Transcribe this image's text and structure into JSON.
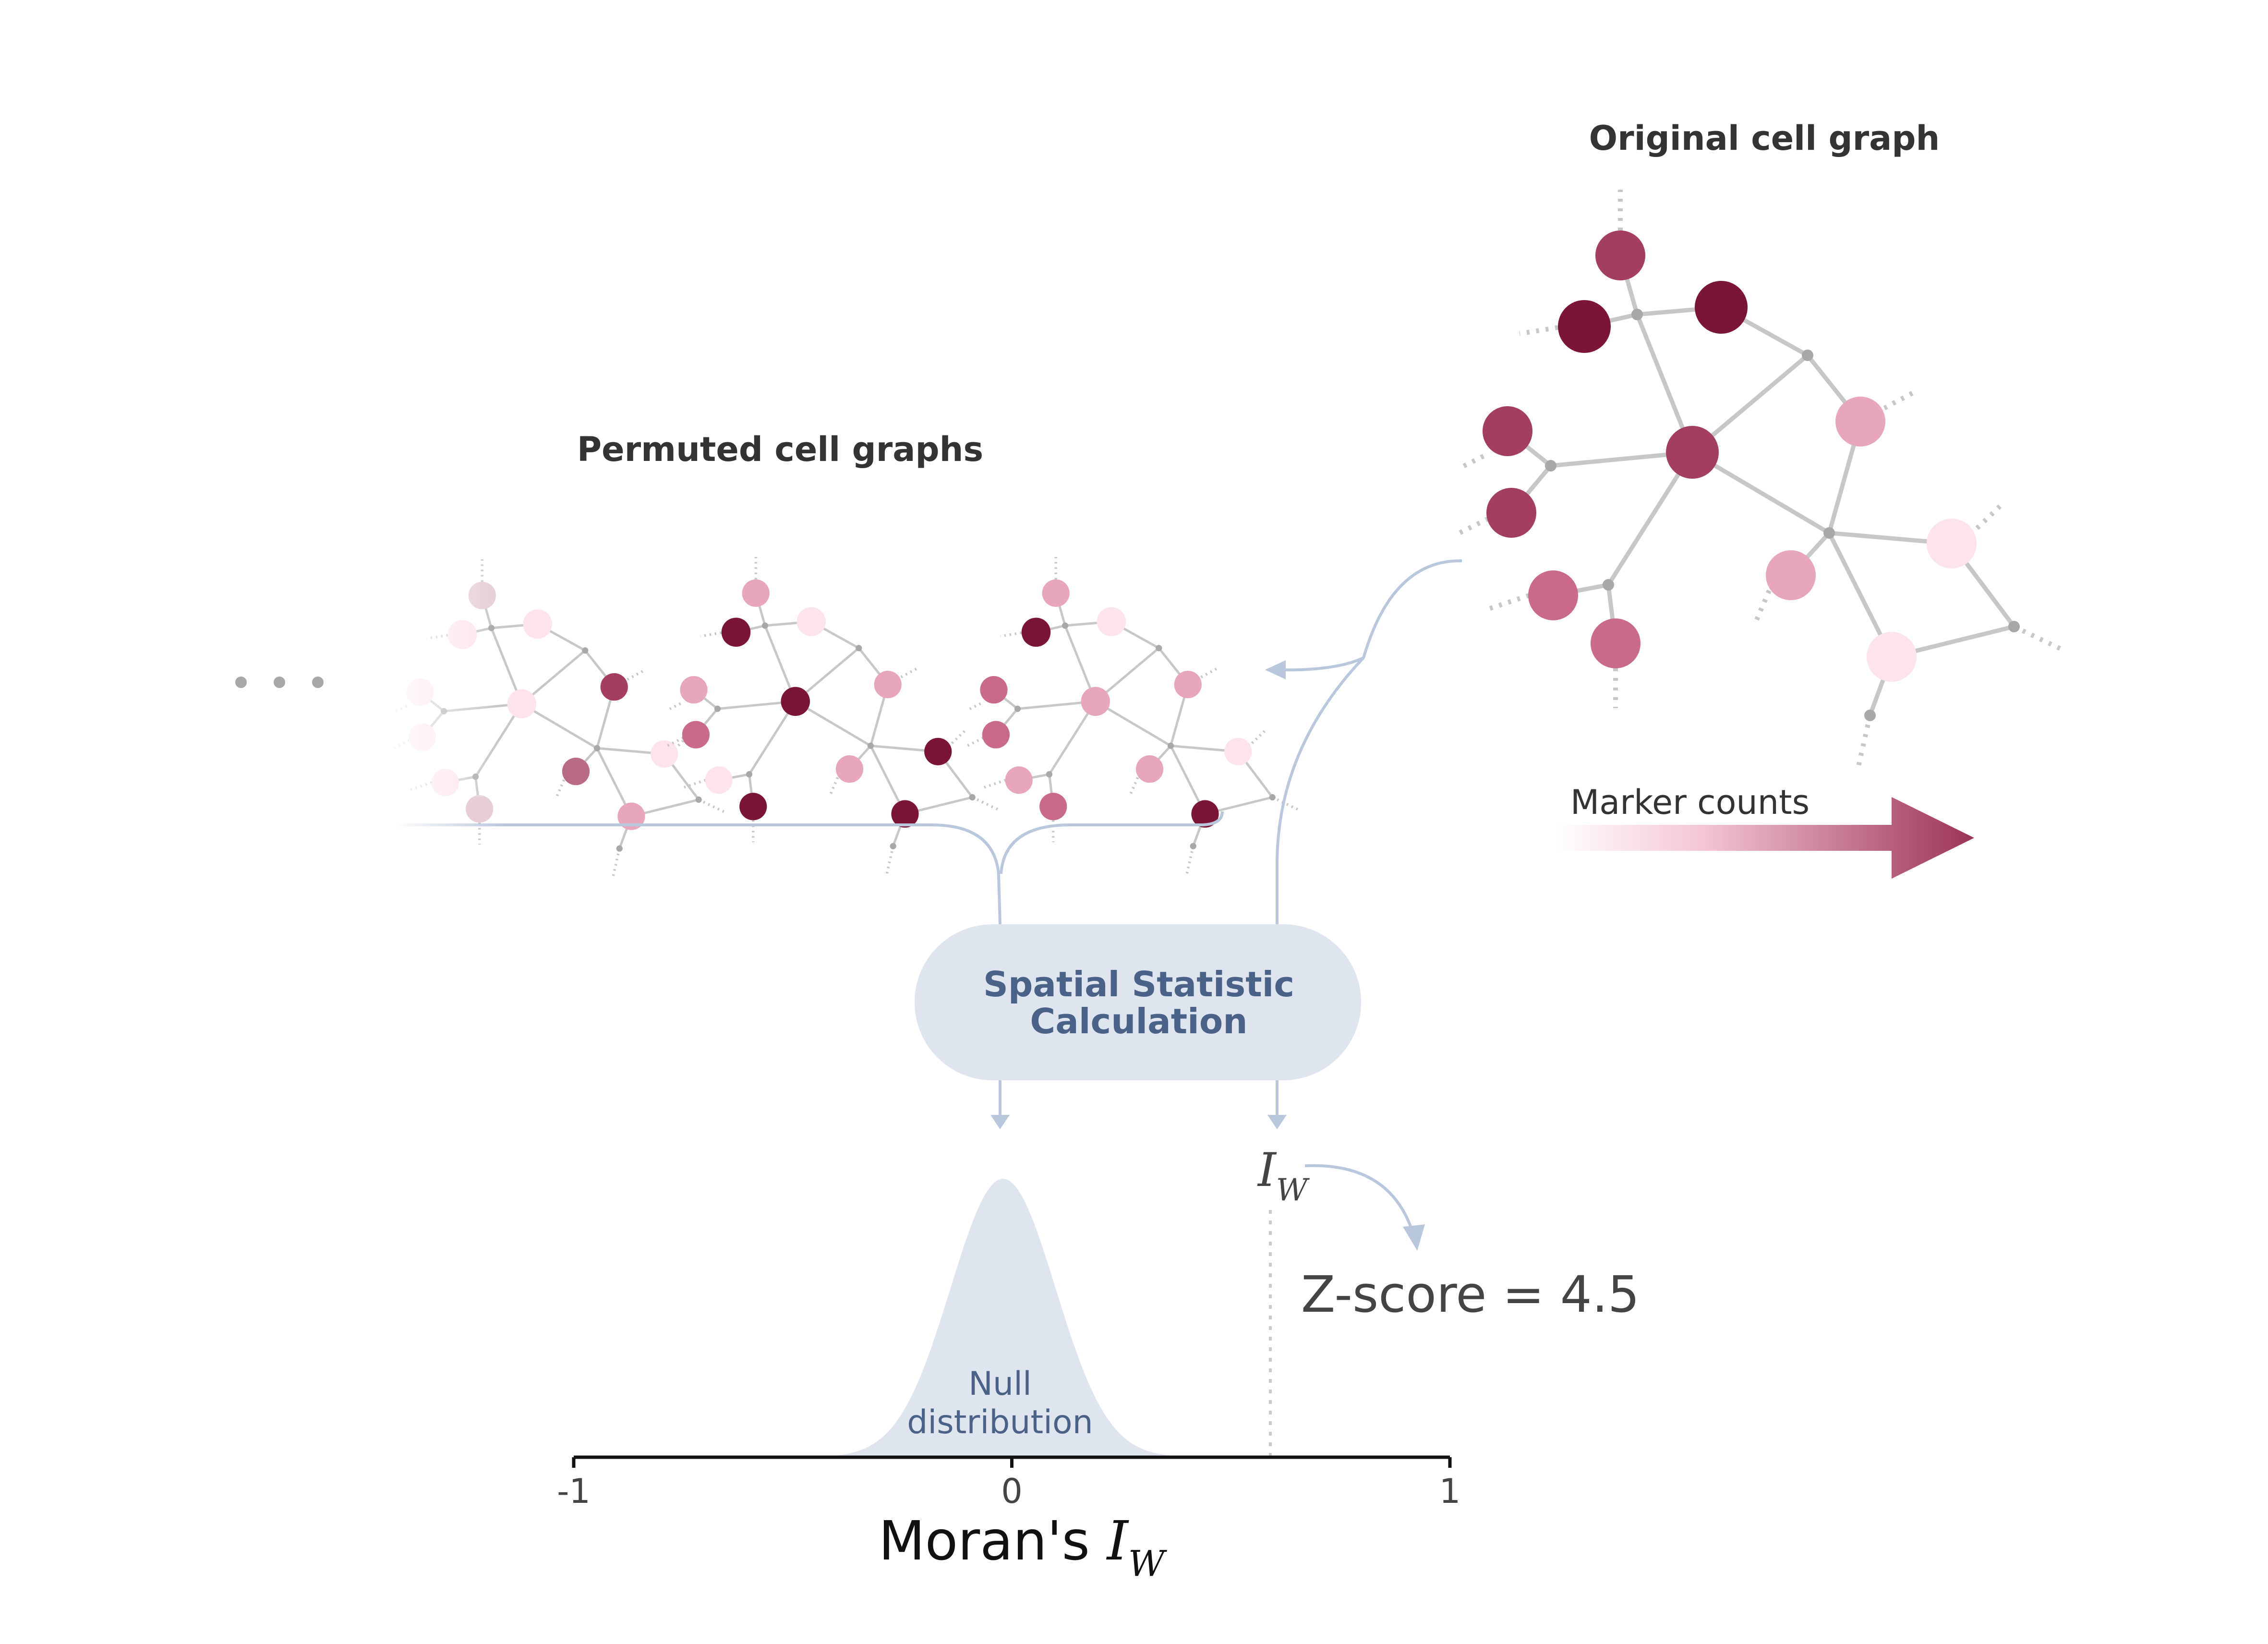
{
  "labels": {
    "original_graph_title": "Original cell graph",
    "permuted_graphs_title": "Permuted cell graphs",
    "marker_counts": "Marker counts",
    "calc_line1": "Spatial Statistic",
    "calc_line2": "Calculation",
    "null_line1": "Null",
    "null_line2": "distribution",
    "statistic_symbol": "I",
    "statistic_subscript": "W",
    "zscore": "Z-score = 4.5",
    "axis_title_prefix": "Moran's ",
    "axis_title_symbol": "I",
    "axis_title_subscript": "W"
  },
  "axis": {
    "min": -1,
    "max": 1,
    "ticks": [
      "-1",
      "0",
      "1"
    ],
    "observed_value": 0.59,
    "null_mean": -0.02,
    "null_sd": 0.12
  },
  "colors": {
    "edge": "#c7c7c7",
    "flow": "#b9c7dc",
    "box_fill": "#dfe5ef",
    "box_text": "#4a6287",
    "dark_node": "#7a1535",
    "light_node": "#fde3ea",
    "arrow_end": "#9c3358"
  }
}
